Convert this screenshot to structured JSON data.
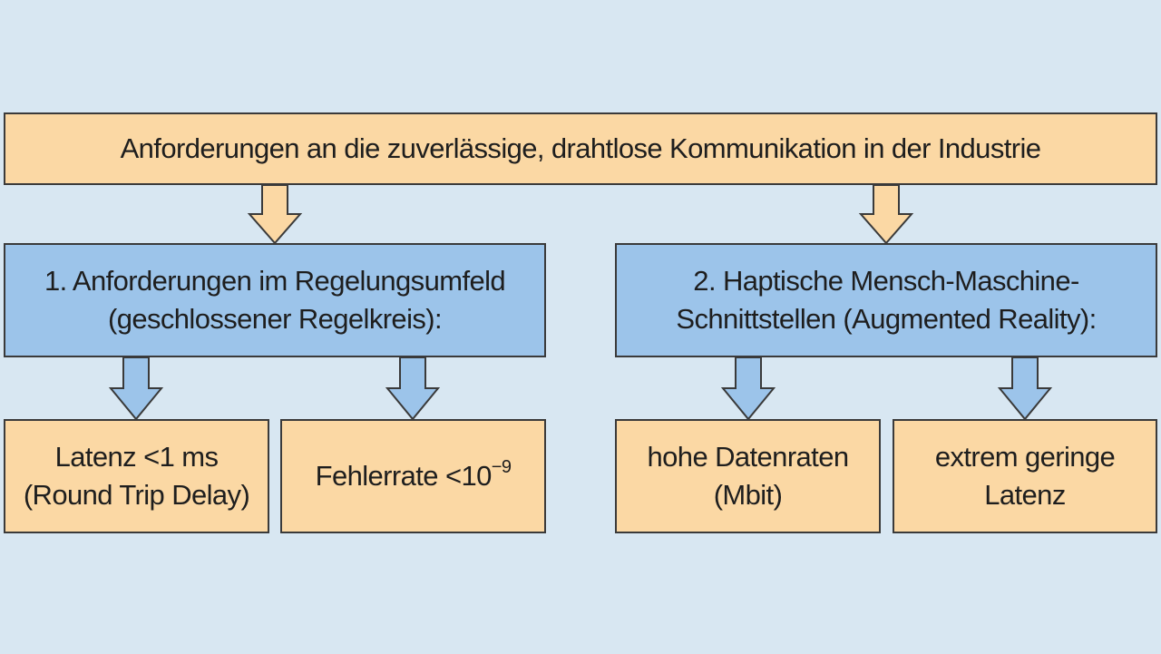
{
  "top": {
    "text": "Anforderungen an die zuverlässige, drahtlose Kommunikation in der Industrie"
  },
  "branch1": {
    "line1": "1. Anforderungen im Regelungsumfeld",
    "line2": "(geschlossener Regelkreis):",
    "leaves": [
      {
        "line1": "Latenz <1 ms",
        "line2": "(Round Trip Delay)"
      },
      {
        "base": "Fehlerrate <10",
        "exponent": "−9"
      }
    ]
  },
  "branch2": {
    "line1": "2. Haptische Mensch-Maschine-",
    "line2": "Schnittstellen (Augmented Reality):",
    "leaves": [
      {
        "line1": "hohe Datenraten",
        "line2": "(Mbit)"
      },
      {
        "line1": "extrem geringe",
        "line2": "Latenz"
      }
    ]
  },
  "colors": {
    "background": "#d8e7f2",
    "orange_box": "#fbd8a4",
    "blue_box": "#9cc4ea",
    "border": "#3a3a3a"
  }
}
